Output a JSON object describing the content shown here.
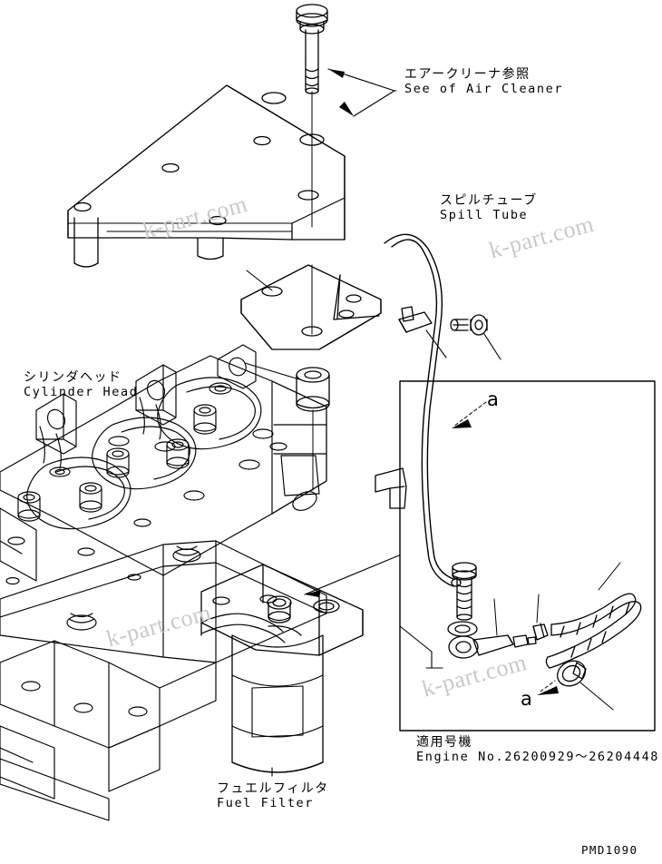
{
  "drawing": {
    "number": "PMD1090",
    "watermark_text": "k-part.com"
  },
  "labels": [
    {
      "name": "air-cleaner",
      "jp": "エアークリーナ参照",
      "en": "See of Air Cleaner"
    },
    {
      "name": "spill-tube",
      "jp": "スピルチューブ",
      "en": "Spill Tube"
    },
    {
      "name": "cylinder-head",
      "jp": "シリンダヘッド",
      "en": "Cylinder Head"
    },
    {
      "name": "fuel-filter",
      "jp": "フュエルフィルタ",
      "en": "Fuel Filter"
    },
    {
      "name": "engine-no",
      "jp": "適用号機",
      "en": "Engine No.26200929〜26204448"
    }
  ],
  "callouts": {
    "detail_upper": "a",
    "detail_lower": "a"
  }
}
